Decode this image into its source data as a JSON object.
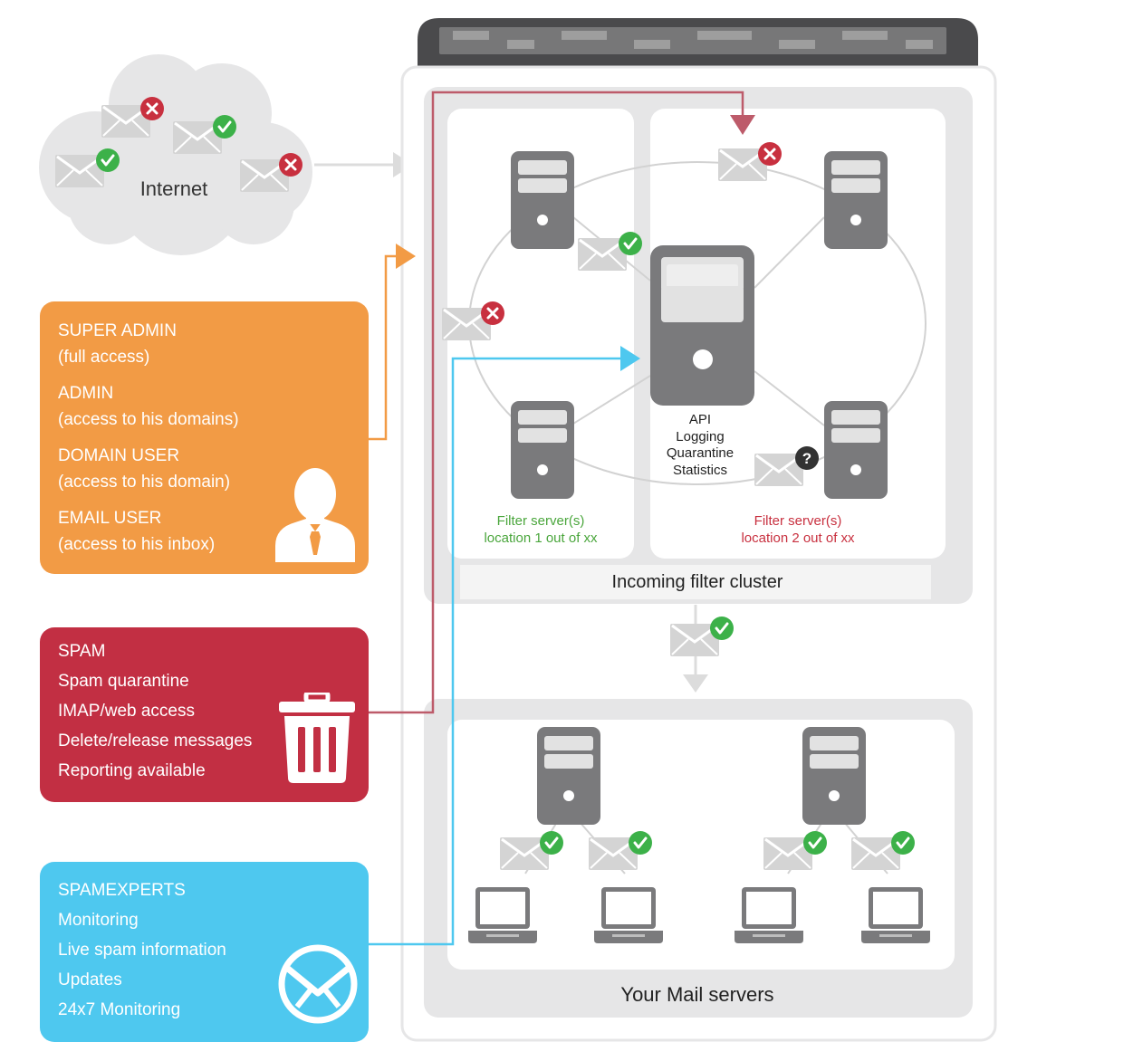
{
  "internet": {
    "label": "Internet"
  },
  "cluster": {
    "api_lines": [
      "API",
      "Logging",
      "Quarantine",
      "Statistics"
    ],
    "location1": {
      "line1": "Filter server(s)",
      "line2": "location 1 out of xx"
    },
    "location2": {
      "line1": "Filter server(s)",
      "line2": "location 2 out of xx"
    },
    "caption": "Incoming filter cluster"
  },
  "mail_servers": {
    "caption": "Your Mail servers"
  },
  "roles_panel": {
    "roles": [
      {
        "title": "SUPER ADMIN",
        "desc": "(full access)"
      },
      {
        "title": "ADMIN",
        "desc": "(access to his domains)"
      },
      {
        "title": "DOMAIN USER",
        "desc": "(access to his domain)"
      },
      {
        "title": "EMAIL USER",
        "desc": "(access to his inbox)"
      }
    ],
    "icon": "user-icon"
  },
  "spam_panel": {
    "lines": [
      "SPAM",
      "Spam quarantine",
      "IMAP/web access",
      "Delete/release messages",
      "Reporting available"
    ],
    "icon": "trash-icon"
  },
  "spamexperts_panel": {
    "lines": [
      "SPAMEXPERTS",
      "Monitoring",
      "Live spam information",
      "Updates",
      "24x7 Monitoring"
    ],
    "icon": "envelope-circle-icon"
  },
  "colors": {
    "orange": "#f29b45",
    "red": "#c22f43",
    "blue": "#4ec8ef",
    "green_label": "#4aa63c",
    "red_label": "#c8303f",
    "ok_badge": "#3cb149",
    "reject_badge": "#c8303f",
    "unknown_badge": "#333333"
  }
}
